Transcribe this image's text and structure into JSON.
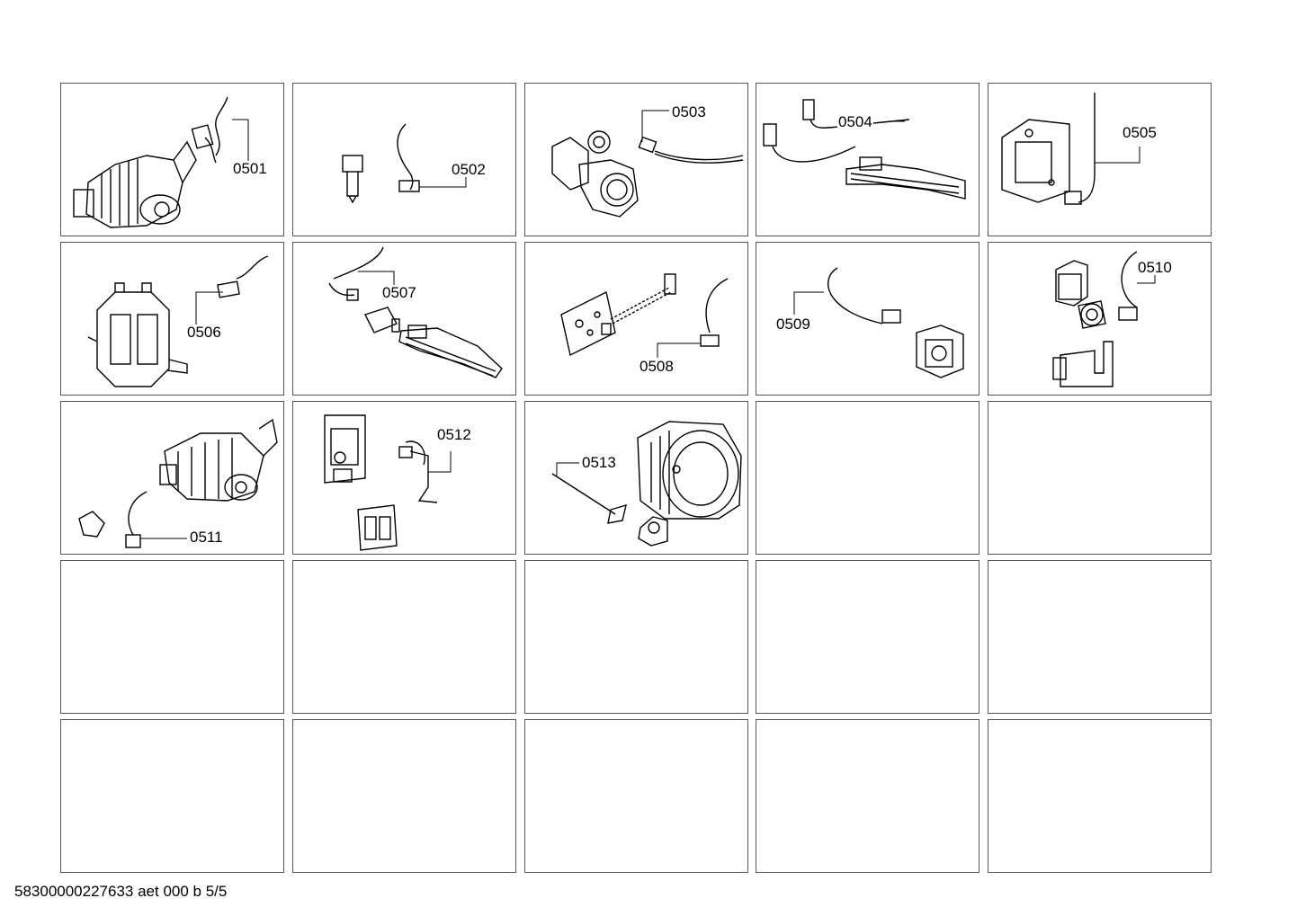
{
  "parts": [
    {
      "code": "0501"
    },
    {
      "code": "0502"
    },
    {
      "code": "0503"
    },
    {
      "code": "0504"
    },
    {
      "code": "0505"
    },
    {
      "code": "0506"
    },
    {
      "code": "0507"
    },
    {
      "code": "0508"
    },
    {
      "code": "0509"
    },
    {
      "code": "0510"
    },
    {
      "code": "0511"
    },
    {
      "code": "0512"
    },
    {
      "code": "0513"
    }
  ],
  "footer": {
    "document_id": "58300000227633 aet 000 b 5/5"
  },
  "colors": {
    "line": "#000000",
    "frame": "#555555",
    "fill": "#ffffff",
    "shade": "#999999"
  },
  "icons": [
    "motor",
    "sensor-plug",
    "drain-pump",
    "heater-harness",
    "module-box",
    "inlet-valve",
    "heater-harness",
    "control-board",
    "pressure-switch",
    "valve-bracket",
    "motor",
    "power-module",
    "drum-assembly"
  ]
}
